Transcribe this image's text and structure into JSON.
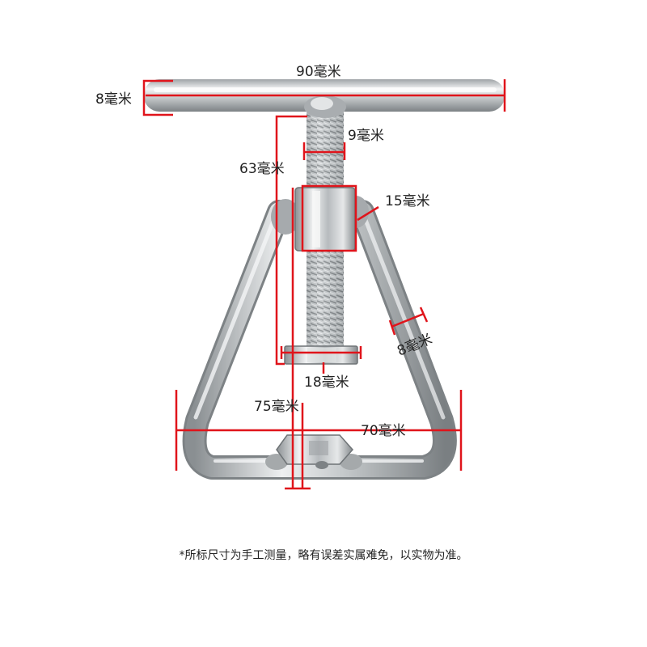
{
  "photo": {
    "subject": "stainless-steel-t-handle-puller",
    "colors": {
      "dimension_line": "#e0141b",
      "steel_light": "#e9ebec",
      "steel_dark": "#8f9497",
      "background": "#ffffff"
    }
  },
  "dimensions": {
    "handle_length": "90毫米",
    "handle_diameter": "8毫米",
    "thread_diameter": "9毫米",
    "screw_length": "63毫米",
    "nut_width": "15毫米",
    "frame_rod_diameter": "8毫米",
    "bolt_head_width": "18毫米",
    "total_height": "75毫米",
    "frame_width": "70毫米"
  },
  "footnote": "*所标尺寸为手工测量，略有误差实属难免，以实物为准。"
}
